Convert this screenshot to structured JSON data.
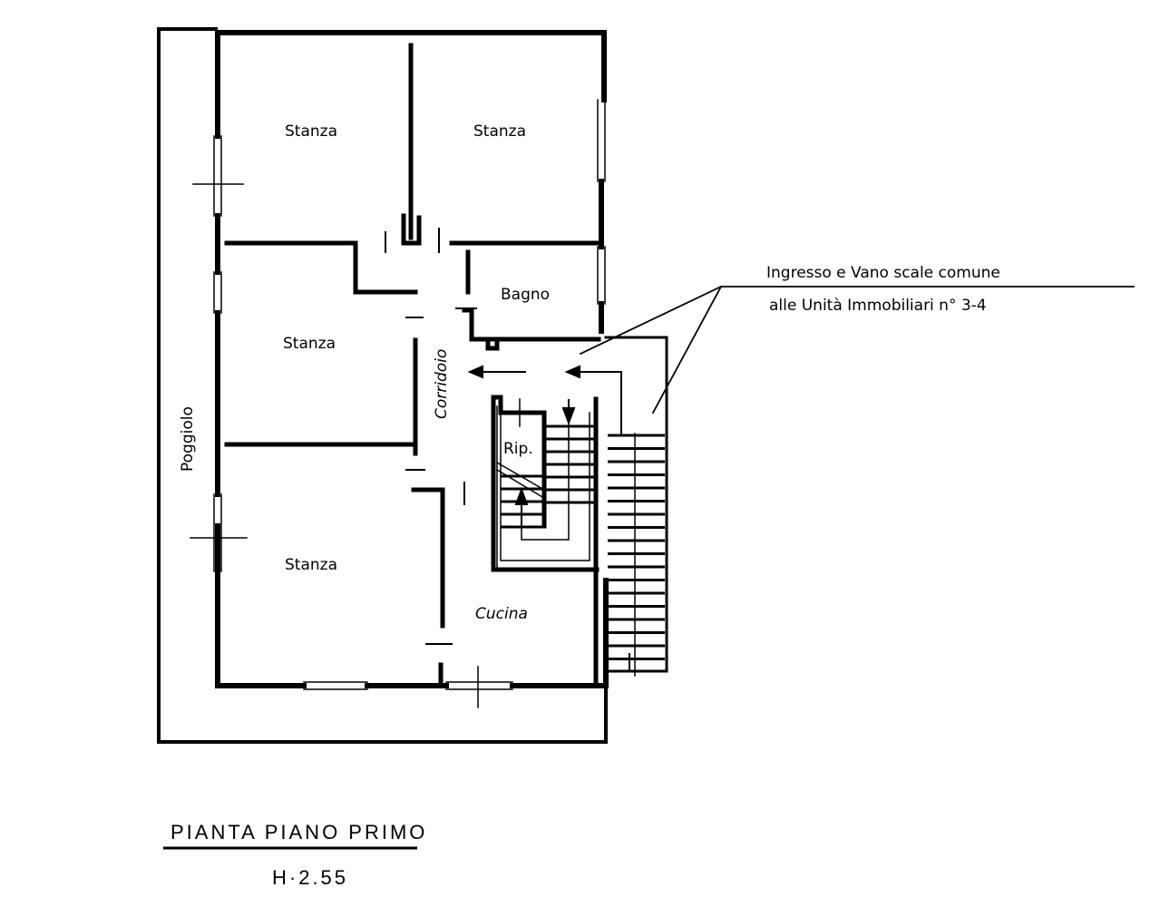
{
  "plan": {
    "title": "PIANTA PIANO PRIMO",
    "height_note": "H·2.55",
    "rooms": {
      "stanza_nw": "Stanza",
      "stanza_ne": "Stanza",
      "bagno": "Bagno",
      "stanza_w": "Stanza",
      "corridoio": "Corridoio",
      "ripostiglio": "Rip.",
      "stanza_sw": "Stanza",
      "cucina": "Cucina",
      "poggiolo": "Poggiolo"
    },
    "annotation": {
      "line1": "Ingresso e Vano scale comune",
      "line2": "alle Unità Immobiliari n° 3-4"
    },
    "colors": {
      "ink": "#000000",
      "paper": "#ffffff"
    }
  }
}
